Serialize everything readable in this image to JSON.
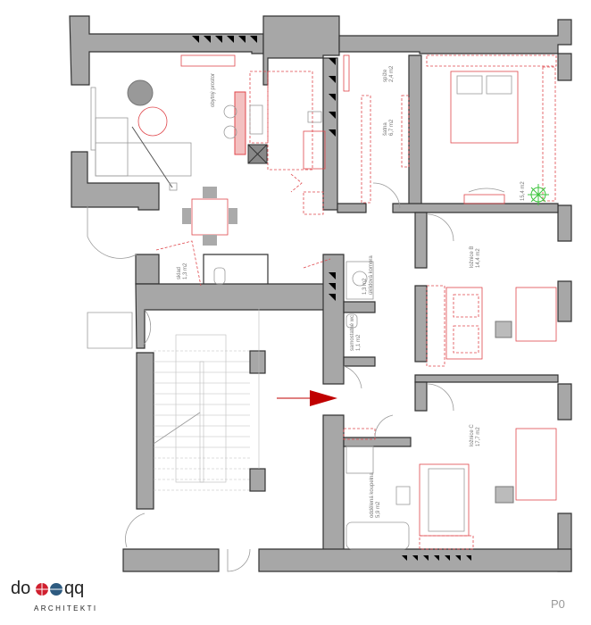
{
  "plan": {
    "level": "P0",
    "rooms": [
      {
        "name": "obytný prostor",
        "area": ""
      },
      {
        "name": "spíže",
        "area": "2,4 m2"
      },
      {
        "name": "šatna",
        "area": "6,7 m2"
      },
      {
        "name": "",
        "area": "15,4 m2"
      },
      {
        "name": "sklad",
        "area": "1,3 m2"
      },
      {
        "name": "úklidová komora",
        "area": "1,3 m2"
      },
      {
        "name": "samostatné wc",
        "area": "1,1 m2"
      },
      {
        "name": "ložnice B",
        "area": "14,4 m2"
      },
      {
        "name": "ložnice C",
        "area": "17,7 m2"
      },
      {
        "name": "oddělená koupelna",
        "area": "5,9 m2"
      }
    ],
    "colors": {
      "wall": "#a7a7a7",
      "new_construction": "#e0474c",
      "entrance_arrow": "#c00000",
      "plant": "#3cc43c"
    }
  },
  "logo": {
    "text": "do··qq",
    "subtitle": "ARCHITEKTI",
    "colors": [
      "#d0202f",
      "#2e5b80"
    ]
  }
}
